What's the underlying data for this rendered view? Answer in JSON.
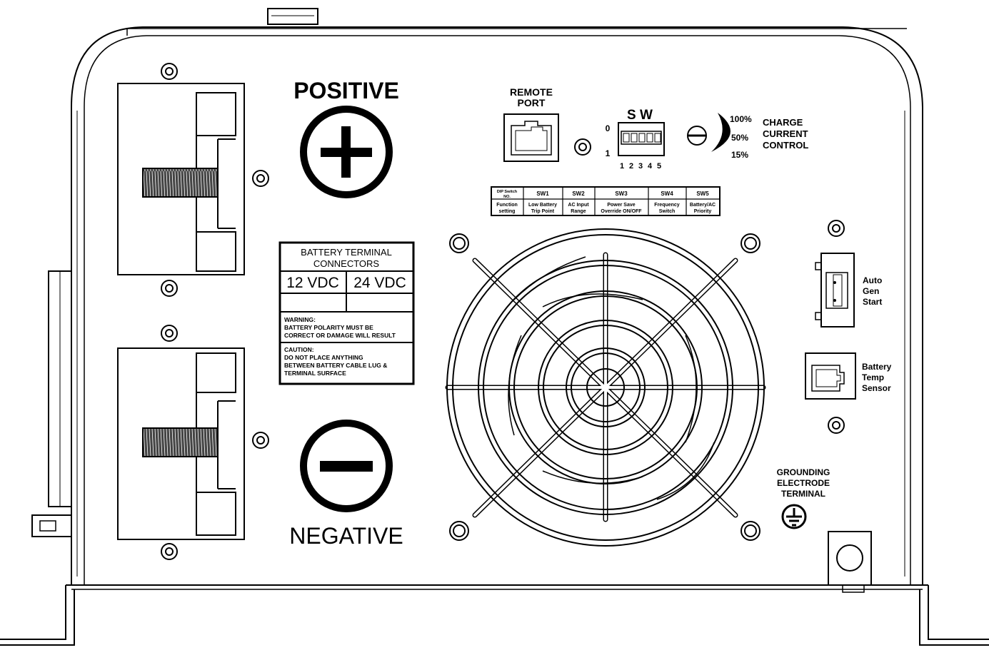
{
  "terminals": {
    "positive_label": "POSITIVE",
    "negative_label": "NEGATIVE"
  },
  "battery_label": {
    "title_line1": "BATTERY TERMINAL",
    "title_line2": "CONNECTORS",
    "col1": "12 VDC",
    "col2": "24 VDC",
    "warning_line1": "WARNING:",
    "warning_line2": "BATTERY POLARITY MUST BE",
    "warning_line3": "CORRECT OR DAMAGE WILL RESULT",
    "caution_line1": "CAUTION:",
    "caution_line2": "DO NOT PLACE ANYTHING",
    "caution_line3": "BETWEEN BATTERY CABLE LUG &",
    "caution_line4": "TERMINAL SURFACE"
  },
  "remote_port": {
    "line1": "REMOTE",
    "line2": "PORT"
  },
  "dip_switch": {
    "title": "S W",
    "state_off": "0",
    "state_on": "1",
    "numbers": [
      "1",
      "2",
      "3",
      "4",
      "5"
    ]
  },
  "charge_control": {
    "pct_high": "100%",
    "pct_mid": "50%",
    "pct_low": "15%",
    "line1": "CHARGE",
    "line2": "CURRENT",
    "line3": "CONTROL"
  },
  "dip_table": {
    "header_label_line1": "DIP Switch",
    "header_label_line2": "NO.",
    "row_label": "Function",
    "row_label_line2": "setting",
    "columns": [
      {
        "sw": "SW1",
        "line1": "Low Battery",
        "line2": "Trip Point"
      },
      {
        "sw": "SW2",
        "line1": "AC Input",
        "line2": "Range"
      },
      {
        "sw": "SW3",
        "line1": "Power Save",
        "line2": "Override ON/OFF"
      },
      {
        "sw": "SW4",
        "line1": "Frequency",
        "line2": "Switch"
      },
      {
        "sw": "SW5",
        "line1": "Battery/AC",
        "line2": "Priority"
      }
    ]
  },
  "auto_gen": {
    "line1": "Auto",
    "line2": "Gen",
    "line3": "Start"
  },
  "temp_sensor": {
    "line1": "Battery",
    "line2": "Temp",
    "line3": "Sensor"
  },
  "ground": {
    "line1": "GROUNDING",
    "line2": "ELECTRODE",
    "line3": "TERMINAL"
  }
}
